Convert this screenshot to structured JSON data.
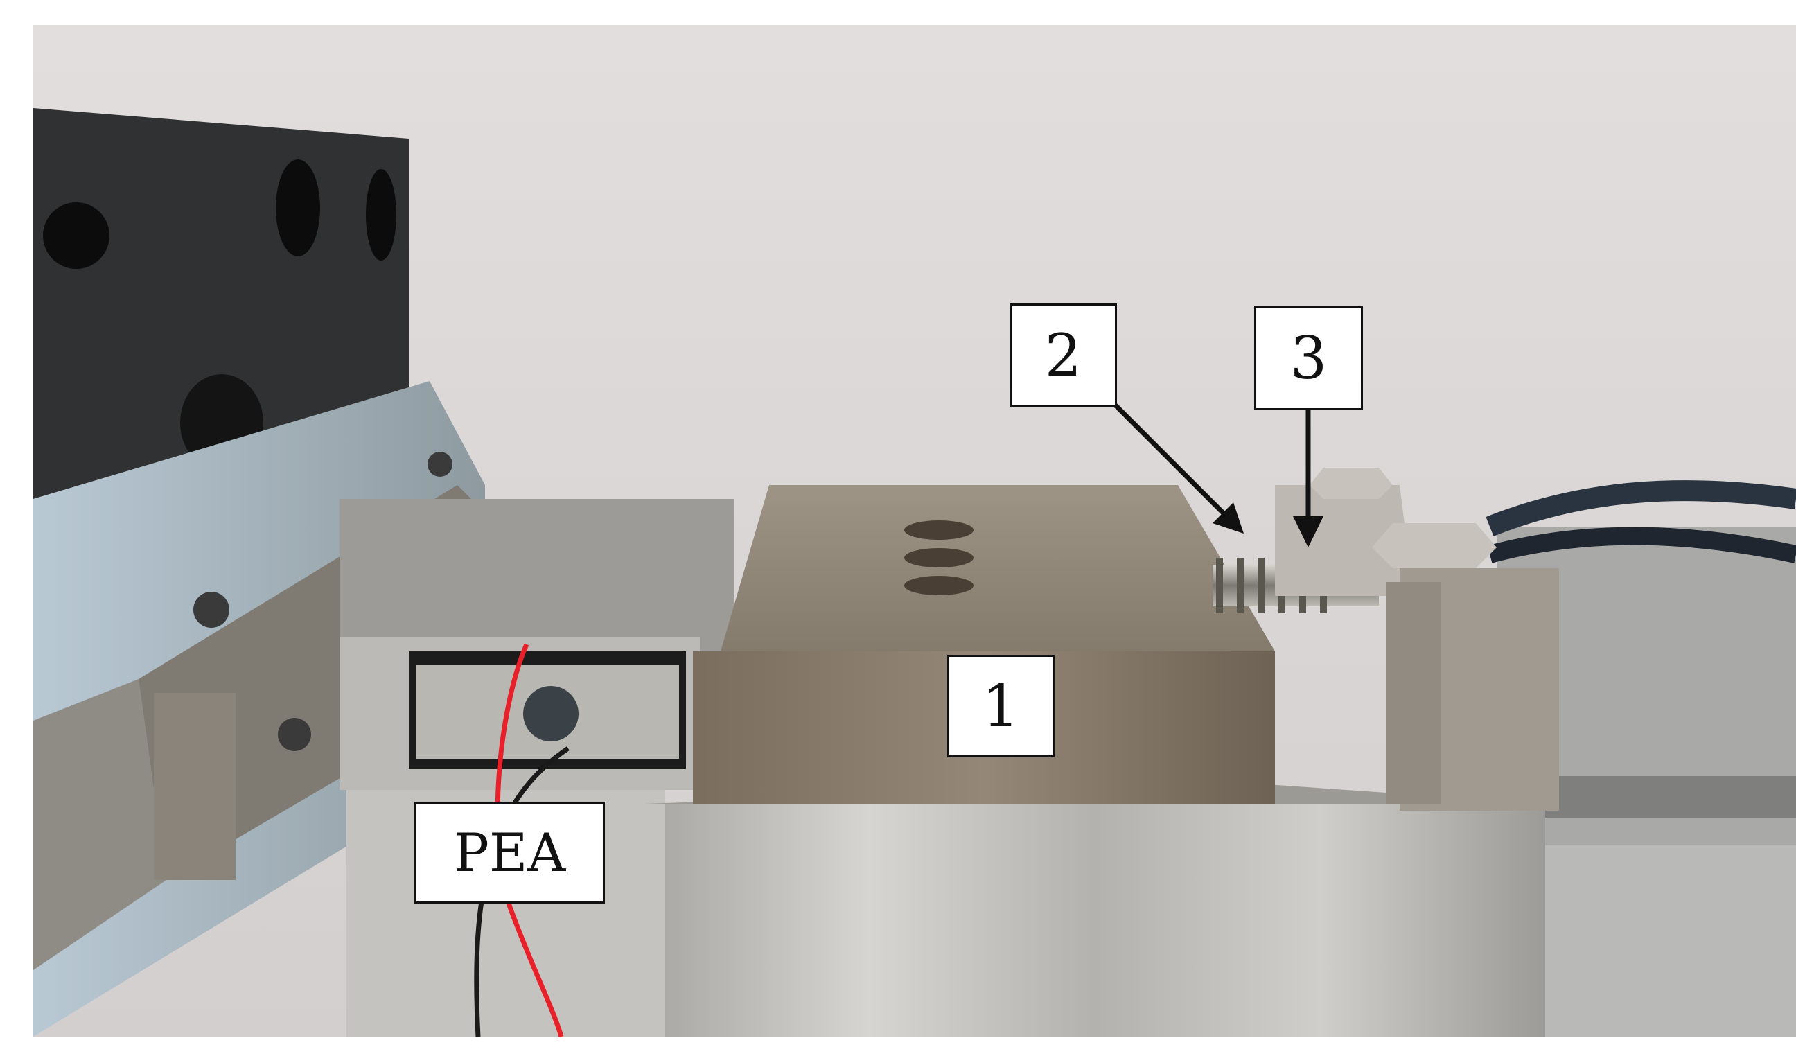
{
  "labels": {
    "part_1": "1",
    "part_2": "2",
    "part_3": "3",
    "pea": "PEA"
  },
  "colors": {
    "wall": "#dcd8d8",
    "steel_light": "#c9c8c4",
    "steel_dark": "#8f8c86",
    "bronze_block": "#8a8072",
    "black_block": "#2e3032",
    "wire_red": "#e8202a",
    "wire_black": "#1a1a1a",
    "callout_border": "#111111"
  }
}
